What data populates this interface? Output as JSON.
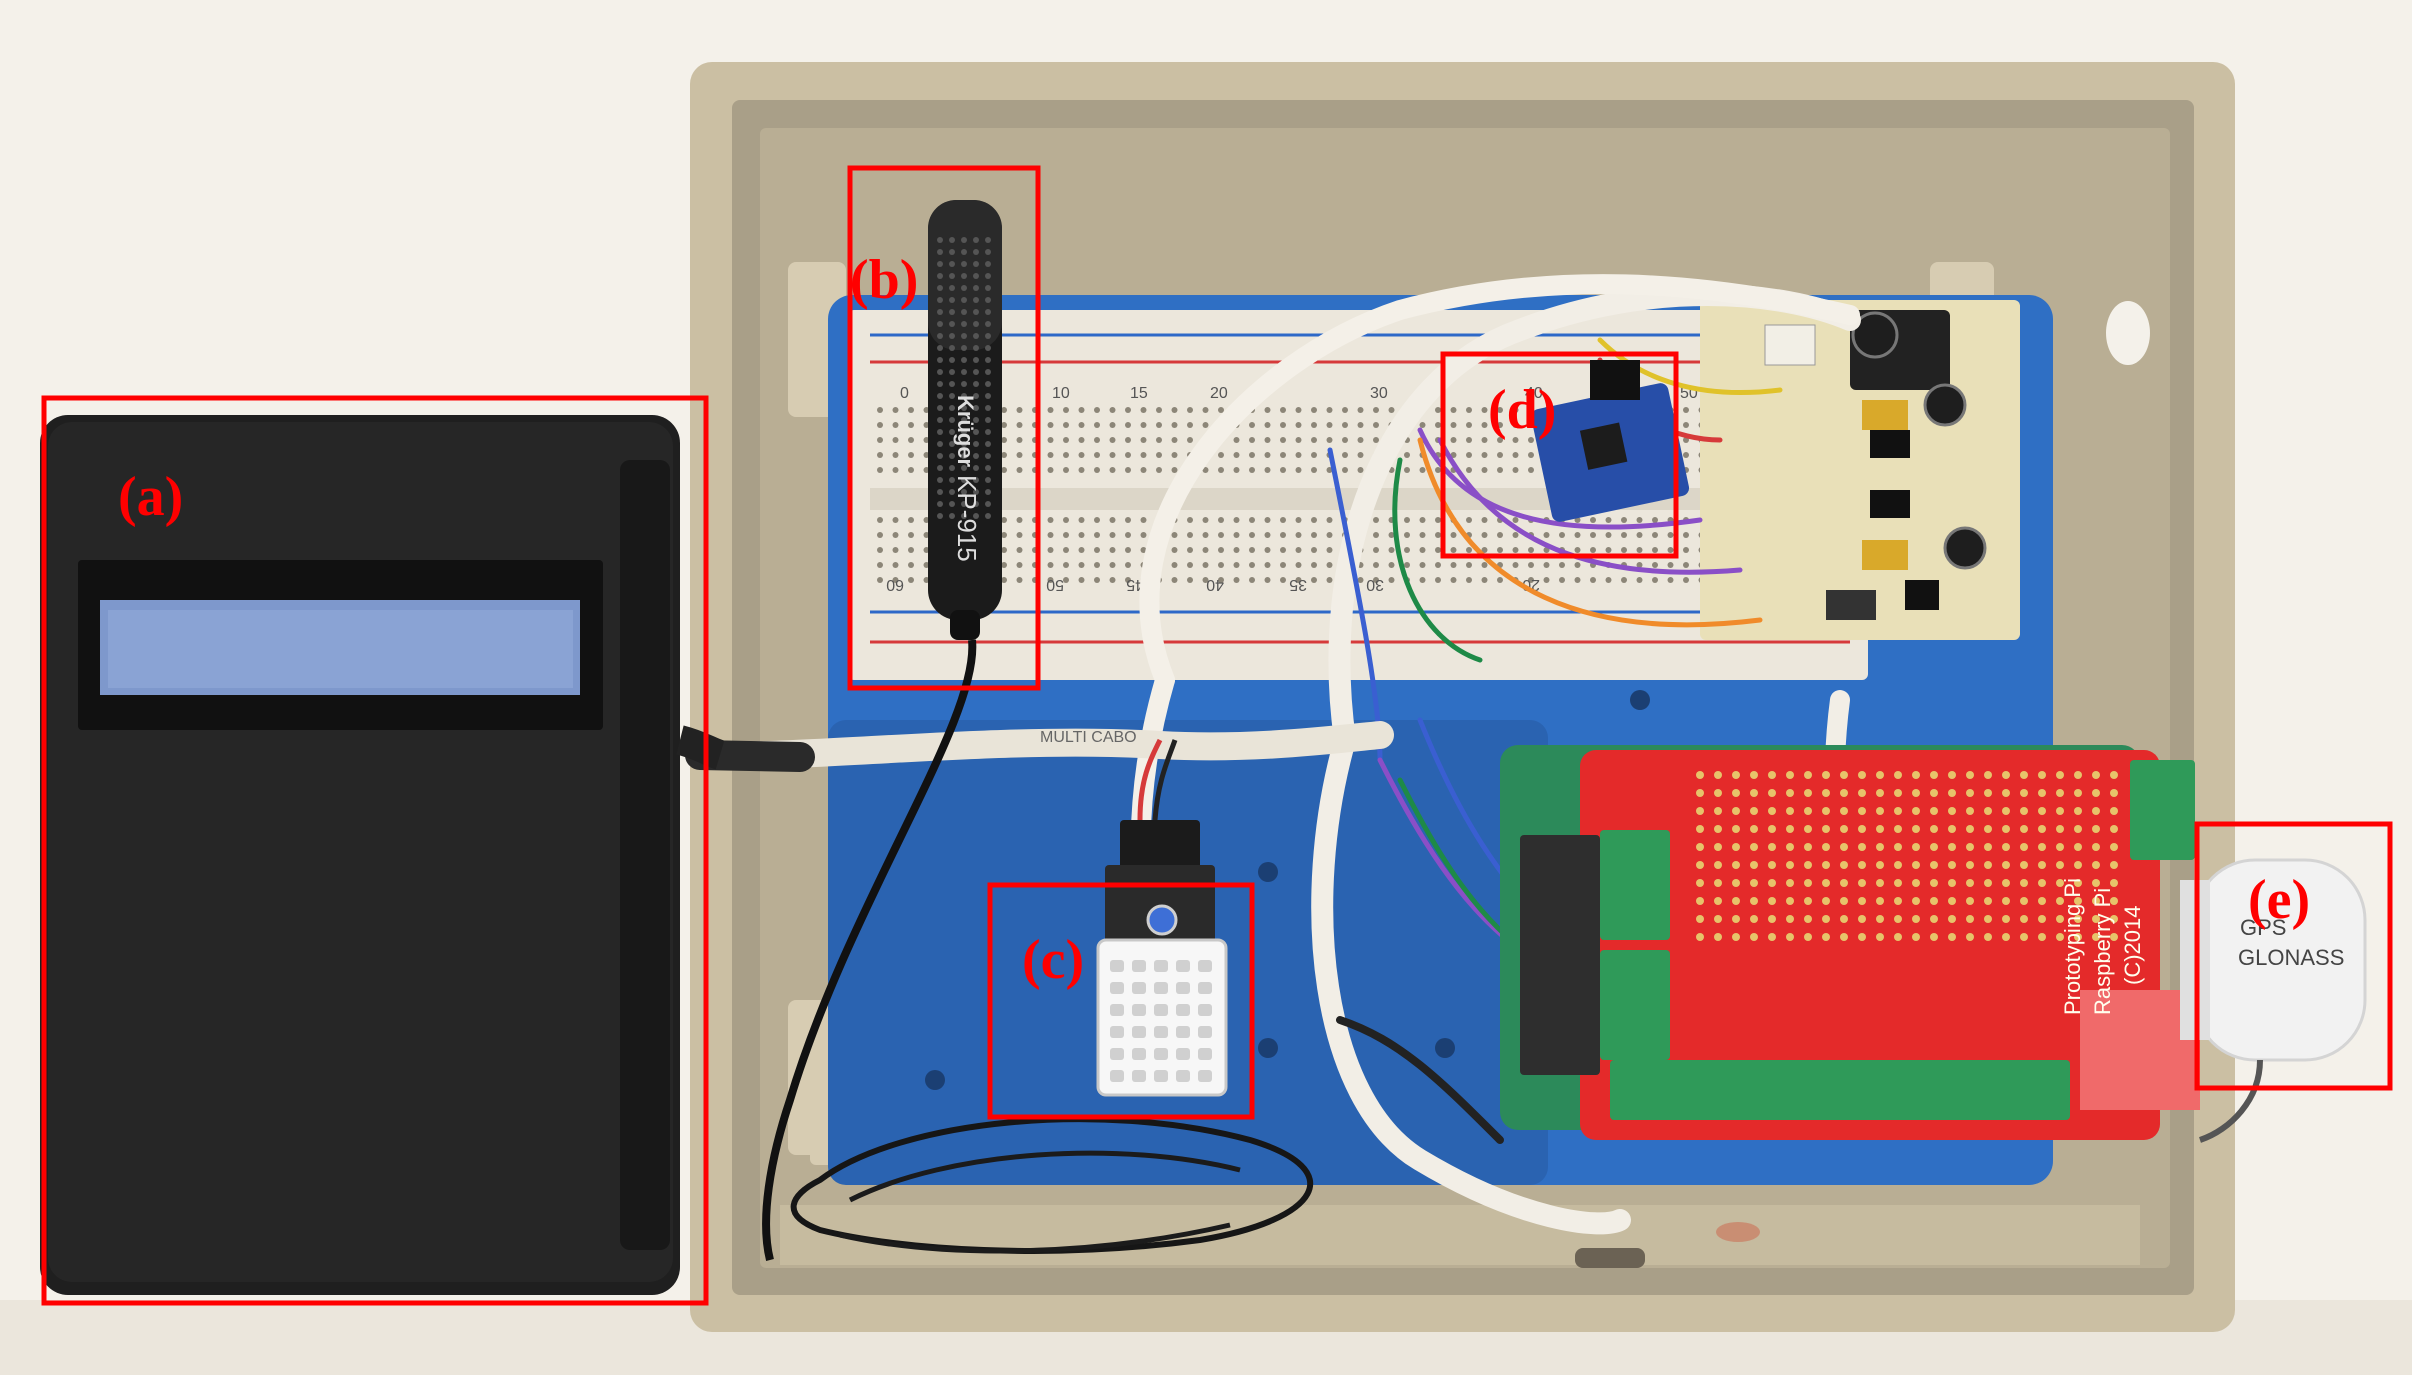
{
  "colors": {
    "background": "#f4f1ea",
    "enclosure": "#cbbfa3",
    "breadboard_base": "#2f6fc4",
    "breadboard": "#ece7dc",
    "lcd_housing": "#262626",
    "lcd_screen": "#7e98cc",
    "shield": "#e42a2a",
    "terminal_blocks": "#2f9a59",
    "gnss_dongle": "#f2f2f2",
    "callout": "#ff0000"
  },
  "callouts": [
    {
      "id": "a",
      "label": "(a)"
    },
    {
      "id": "b",
      "label": "(b)"
    },
    {
      "id": "c",
      "label": "(c)"
    },
    {
      "id": "d",
      "label": "(d)"
    },
    {
      "id": "e",
      "label": "(e)"
    }
  ],
  "printed_text": {
    "probe_brand": "Krüger",
    "probe_model": "KP-915",
    "shield_line1": "Prototyping Pi",
    "shield_line2": "Raspberry Pi",
    "shield_line3": "(C)2014",
    "gnss_line1": "GPS",
    "gnss_line2": "GLONASS",
    "breadboard_numbers_top": [
      "0",
      "10",
      "15",
      "20",
      "30",
      "40",
      "50"
    ],
    "breadboard_numbers_bottom": [
      "60",
      "50",
      "45",
      "40",
      "35",
      "30",
      "20"
    ],
    "cable_text": "MULTI CABO"
  }
}
